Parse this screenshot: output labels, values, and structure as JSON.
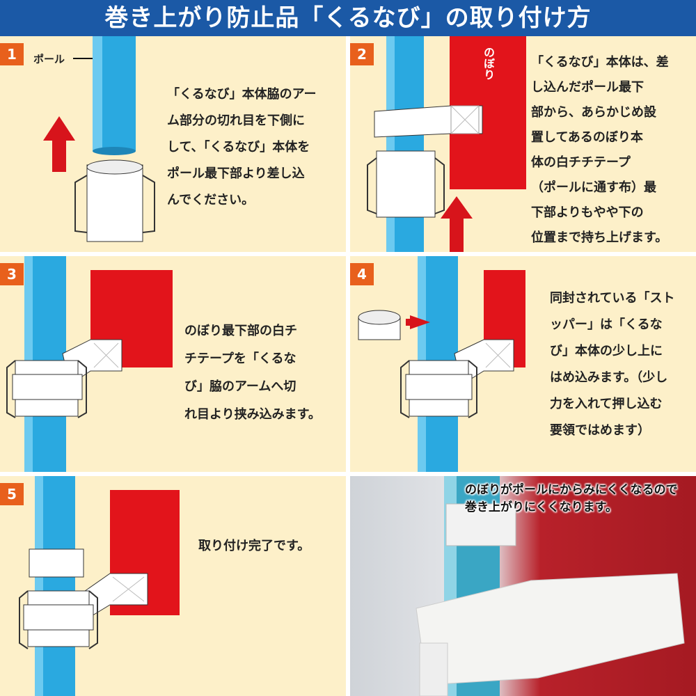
{
  "title": "巻き上がり防止品「くるなび」の取り付け方",
  "colors": {
    "header": "#1b59a6",
    "panel": "#fdf0c9",
    "badge": "#e8601c",
    "pole": "#2aa9e0",
    "flag": "#e2141b",
    "arrow": "#d7141b"
  },
  "steps": [
    {
      "number": "1",
      "pole_label": "ポール",
      "lines": [
        "「くるなび」本体脇のアー",
        "ム部分の切れ目を下側に",
        "して、「くるなび」本体を",
        "ポール最下部より差し込",
        "んでください。"
      ]
    },
    {
      "number": "2",
      "flag_label": "のぼり",
      "lines": [
        "「くるなび」本体は、差",
        "し込んだポール最下",
        "部から、あらかじめ設",
        "置してあるのぼり本",
        "体の白チチテープ",
        "（ポールに通す布）最",
        "下部よりもやや下の",
        "位置まで持ち上げます。"
      ]
    },
    {
      "number": "3",
      "lines": [
        "のぼり最下部の白チ",
        "チテープを「くるな",
        "び」脇のアームへ切",
        "れ目より挟み込みます。"
      ]
    },
    {
      "number": "4",
      "lines": [
        "同封されている「スト",
        "ッパー」は「くるな",
        "び」本体の少し上に",
        "はめ込みます。（少し",
        "力を入れて押し込む",
        "要領ではめます）"
      ]
    },
    {
      "number": "5",
      "lines": [
        "取り付け完了です。"
      ]
    }
  ],
  "photo_caption": [
    "のぼりがポールにからみにくくなるので",
    "巻き上がりにくくなります。"
  ]
}
